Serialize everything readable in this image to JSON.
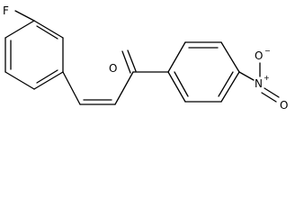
{
  "molecule": {
    "atoms": {
      "fluorine": "F",
      "carbonyl_oxygen": "O",
      "nitro_nitrogen": "N",
      "nitro_nitrogen_charge": "+",
      "nitro_oxygen_single": "O",
      "nitro_oxygen_single_charge": "−",
      "nitro_oxygen_double": "O"
    }
  }
}
